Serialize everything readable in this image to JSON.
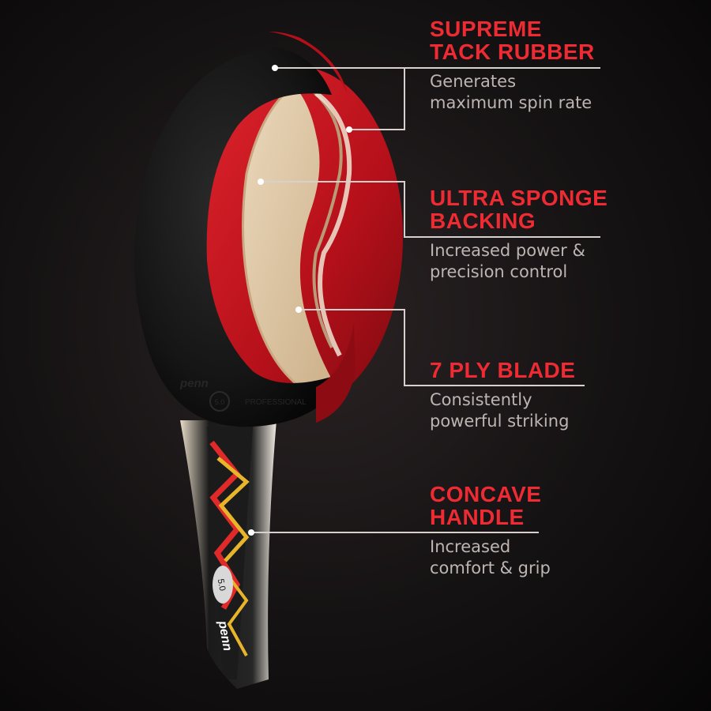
{
  "features": [
    {
      "title": "SUPREME\nTACK RUBBER",
      "description": "Generates\nmaximum spin rate"
    },
    {
      "title": "ULTRA SPONGE\nBACKING",
      "description": "Increased power &\nprecision control"
    },
    {
      "title": "7 PLY BLADE",
      "description": "Consistently\npowerful striking"
    },
    {
      "title": "CONCAVE\nHANDLE",
      "description": "Increased\ncomfort & grip"
    }
  ],
  "colors": {
    "accent": "#ee2a33",
    "rubber_black": "#121212",
    "rubber_red": "#c5121c",
    "wood": "#e0c9a6",
    "text_gray": "#bdb5b2"
  }
}
